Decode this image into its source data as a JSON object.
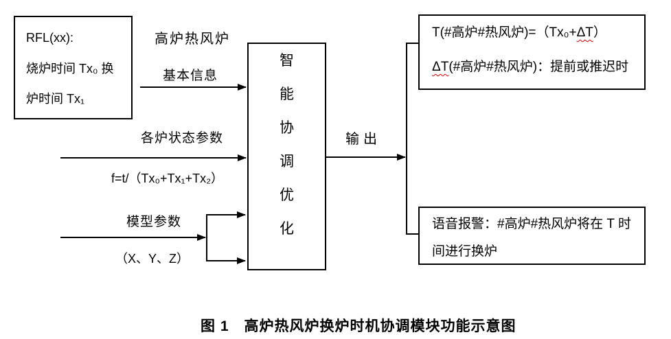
{
  "figure": {
    "caption": "图 1　高炉热风炉换炉时机协调模块功能示意图"
  },
  "rfl_box": {
    "line1": "RFL(xx):",
    "line2": "烧炉时间 Tx₀ 换",
    "line3": "炉时间 Tx₁"
  },
  "inputs": {
    "basic_info": {
      "label_line1": "高炉热风炉",
      "label_line2": "基本信息"
    },
    "status_params": {
      "label": "各炉状态参数",
      "formula": "f=t/（Tx₀+Tx₁+Tx₂）"
    },
    "model_params": {
      "label": "模型参数",
      "formula": "（X、Y、Z）"
    }
  },
  "center_module": {
    "label": "智能协调优化",
    "chars": [
      "智",
      "能",
      "协",
      "调",
      "优",
      "化"
    ]
  },
  "output": {
    "label": "输出"
  },
  "result_top_box": {
    "line1_pre": "T(#高炉#热风炉)=（Tx₀+",
    "line1_wavy": "ΔT",
    "line1_post": "）",
    "line2_wavy": "ΔT",
    "line2_rest": "(#高炉#热风炉)：提前或推迟时"
  },
  "result_bottom_box": {
    "text": "语音报警：#高炉#热风炉将在 T 时间进行换炉"
  },
  "colors": {
    "ink": "#000000",
    "background": "#ffffff",
    "spellcheck_underline": "#dd0000"
  }
}
